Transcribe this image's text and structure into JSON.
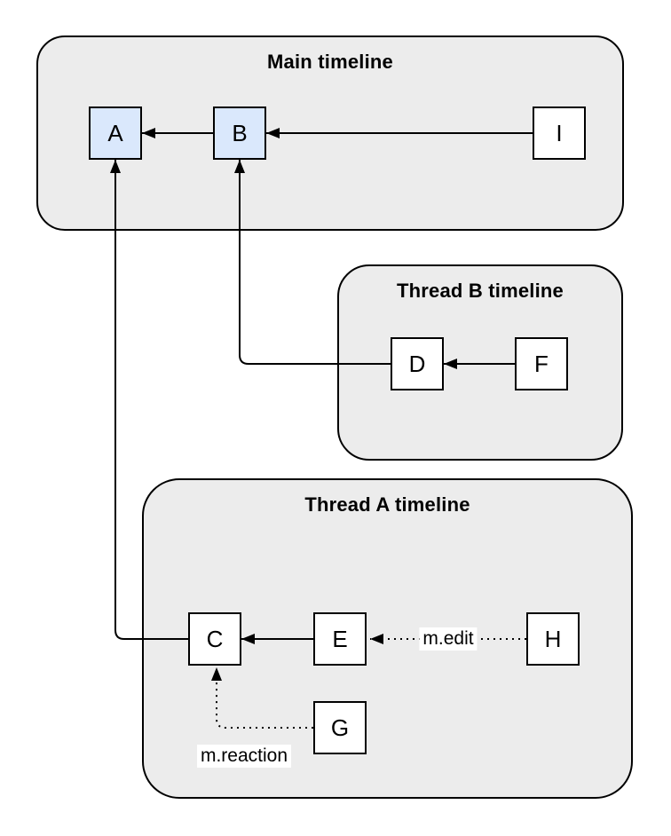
{
  "groups": [
    {
      "title": "Main timeline"
    },
    {
      "title": "Thread B timeline"
    },
    {
      "title": "Thread A timeline"
    }
  ],
  "nodes": [
    {
      "id": "A",
      "label": "A",
      "highlighted": true
    },
    {
      "id": "B",
      "label": "B",
      "highlighted": true
    },
    {
      "id": "C",
      "label": "C",
      "highlighted": false
    },
    {
      "id": "D",
      "label": "D",
      "highlighted": false
    },
    {
      "id": "E",
      "label": "E",
      "highlighted": false
    },
    {
      "id": "F",
      "label": "F",
      "highlighted": false
    },
    {
      "id": "G",
      "label": "G",
      "highlighted": false
    },
    {
      "id": "H",
      "label": "H",
      "highlighted": false
    },
    {
      "id": "I",
      "label": "I",
      "highlighted": false
    }
  ],
  "edges": [
    {
      "from": "B",
      "to": "A",
      "style": "solid",
      "label": ""
    },
    {
      "from": "I",
      "to": "B",
      "style": "solid",
      "label": ""
    },
    {
      "from": "F",
      "to": "D",
      "style": "solid",
      "label": ""
    },
    {
      "from": "D",
      "to": "B",
      "style": "solid",
      "label": ""
    },
    {
      "from": "E",
      "to": "C",
      "style": "solid",
      "label": ""
    },
    {
      "from": "C",
      "to": "A",
      "style": "solid",
      "label": ""
    },
    {
      "from": "H",
      "to": "E",
      "style": "dotted",
      "label": "m.edit"
    },
    {
      "from": "G",
      "to": "C",
      "style": "dotted",
      "label": "m.reaction"
    }
  ],
  "colors": {
    "background": "#ffffff",
    "group_fill": "#ececec",
    "group_stroke": "#000000",
    "node_fill": "#ffffff",
    "node_highlight_fill": "#dae8fc",
    "node_stroke": "#000000",
    "edge_stroke": "#000000",
    "edge_label_background": "#ffffff"
  }
}
